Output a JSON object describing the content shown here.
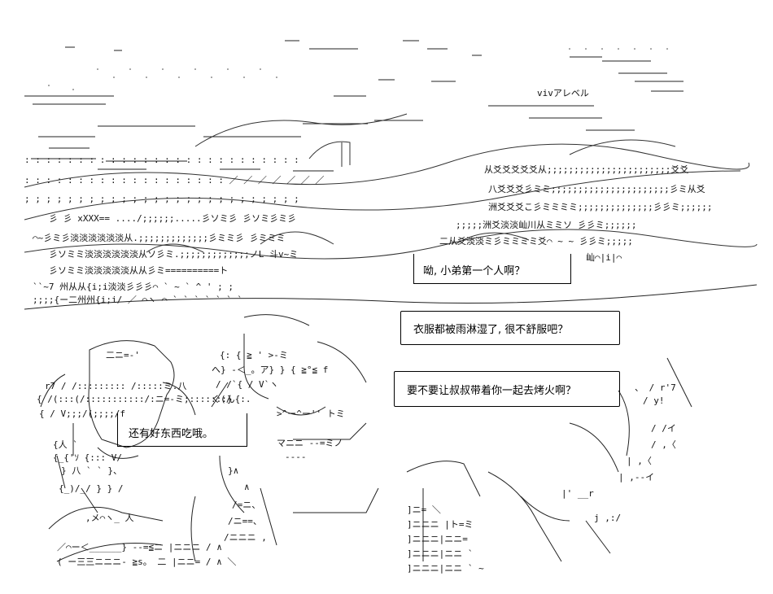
{
  "dialogue": {
    "line1": "呦, 小弟第一个人啊？",
    "line2": "衣服都被雨淋湿了, 很不舒服吧？",
    "line3": "要不要让叔叔带着你一起去烤火啊？",
    "line4": "还有好东西吃哦。"
  }
}
